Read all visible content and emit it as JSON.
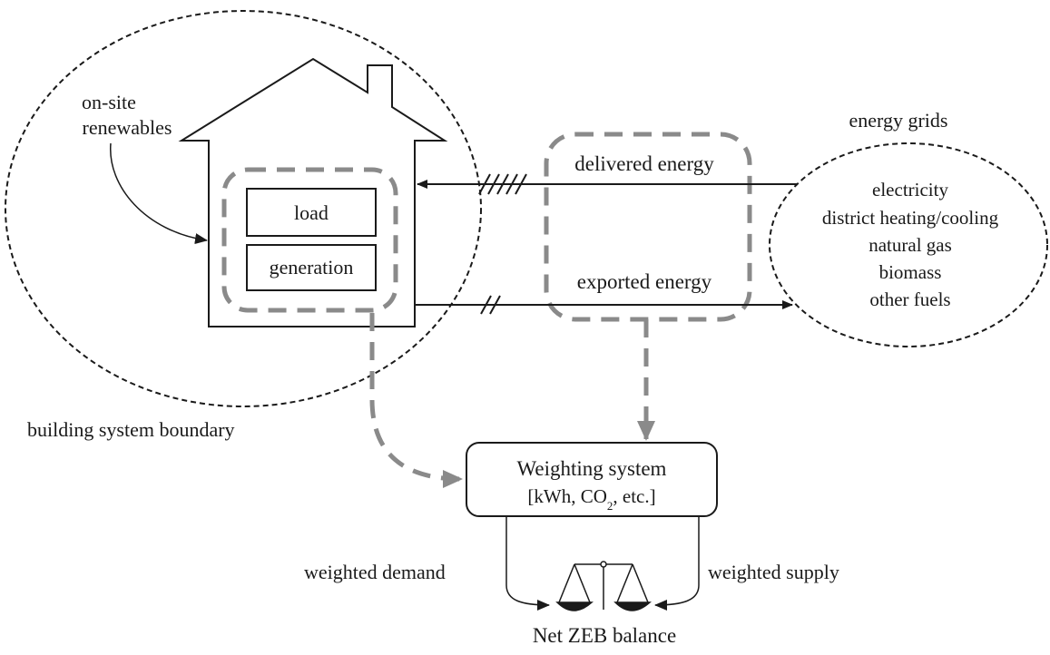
{
  "labels": {
    "onsite_line1": "on-site",
    "onsite_line2": "renewables",
    "load": "load",
    "generation": "generation",
    "energy_grids": "energy grids",
    "delivered_energy": "delivered energy",
    "exported_energy": "exported energy",
    "grid_items": [
      "electricity",
      "district heating/cooling",
      "natural gas",
      "biomass",
      "other fuels"
    ],
    "building_boundary": "building system boundary",
    "weighting_title": "Weighting system",
    "weighting_units_pre": "[kWh, CO",
    "weighting_units_sub": "2",
    "weighting_units_post": ", etc.]",
    "weighted_demand": "weighted  demand",
    "weighted_supply": "weighted supply",
    "net_zeb": "Net ZEB balance"
  },
  "colors": {
    "line": "#1a1a1a",
    "dashed_box": "#8a8a8a",
    "background": "#ffffff"
  },
  "icons": {
    "house": "house-outline-icon",
    "scale": "balance-scale-icon"
  }
}
